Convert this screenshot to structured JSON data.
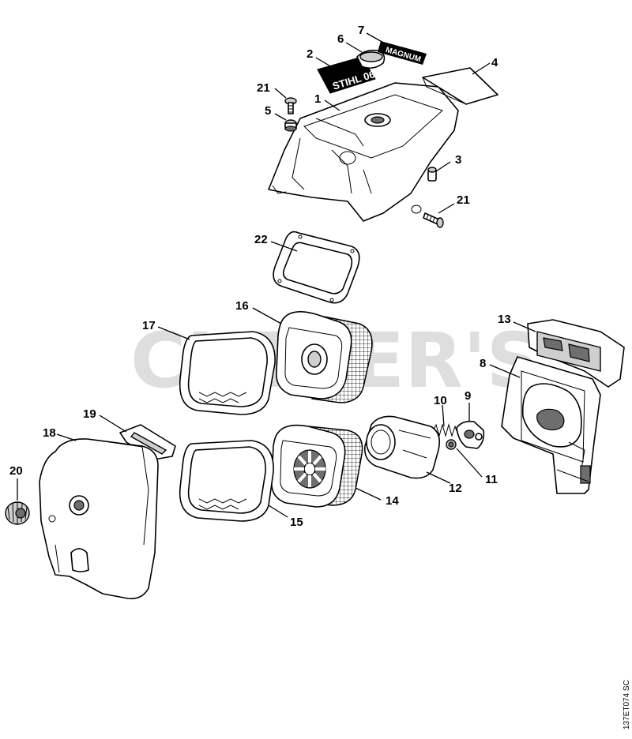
{
  "watermark": "CUTTER'S",
  "drawing_code": "137ET074 SC",
  "decals": {
    "brand": "STIHL 066",
    "model": "MAGNUM"
  },
  "callouts": [
    "1",
    "2",
    "3",
    "4",
    "5",
    "6",
    "7",
    "8",
    "9",
    "10",
    "11",
    "12",
    "13",
    "14",
    "15",
    "16",
    "17",
    "18",
    "19",
    "20",
    "21",
    "21",
    "22"
  ]
}
